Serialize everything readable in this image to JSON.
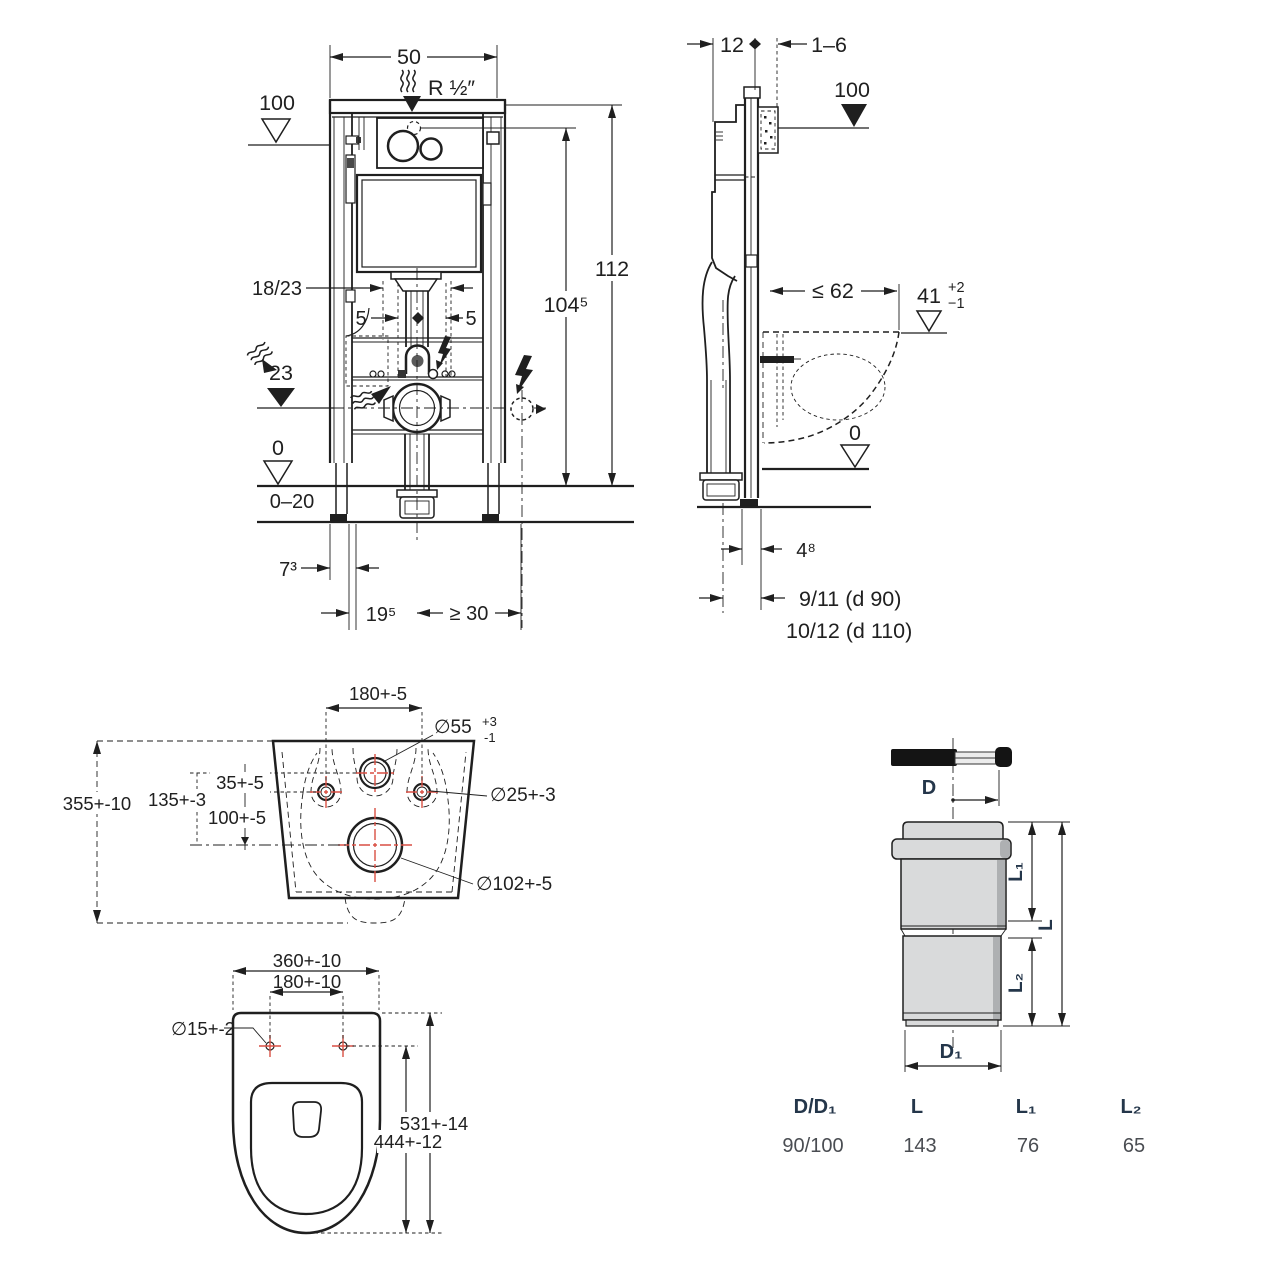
{
  "front_view": {
    "dim_width": "50",
    "supply_thread": "R ½″",
    "level_top": "100",
    "dim_total_height": "112",
    "dim_actuation_height": "104⁵",
    "dim_bracket": "18/23",
    "dim_left5": "5",
    "dim_right5": "5",
    "level_outlet": "23",
    "level_zero": "0",
    "floor_range": "0–20",
    "dim_foot_offset": "7³",
    "dim_outlet_offset": "19⁵",
    "dim_side_clearance": "≥ 30"
  },
  "side_view": {
    "dim_depth": "12",
    "dim_plate_range": "1–6",
    "level_top": "100",
    "dim_bowl_depth": "≤ 62",
    "dim_bowl_height": "41",
    "tol_plus": "+2",
    "tol_minus": "−1",
    "level_zero": "0",
    "dim_pipe_offset": "4⁸",
    "dim_drain_90": "9/11 (d 90)",
    "dim_drain_110": "10/12 (d 110)"
  },
  "back_view": {
    "dim_hole_spacing": "180+-5",
    "dim_inlet_dia": "∅55",
    "inlet_tol_plus": "+3",
    "inlet_tol_minus": "-1",
    "dim_height": "355+-10",
    "dim_inlet_to_outlet": "135+-3",
    "dim_inlet_to_holes": "35+-5",
    "dim_holes_to_outlet": "100+-5",
    "dim_fix_hole_dia": "∅25+-3",
    "dim_outlet_dia": "∅102+-5"
  },
  "top_view": {
    "dim_width": "360+-10",
    "dim_hole_spacing": "180+-10",
    "dim_hole_dia": "∅15+-2",
    "dim_depth_total": "531+-14",
    "dim_hole_to_front": "444+-12"
  },
  "pipe_view": {
    "label_d": "D",
    "label_d1": "D₁",
    "label_l": "L",
    "label_l1": "L₁",
    "label_l2": "L₂",
    "table": {
      "headers": [
        "D/D₁",
        "L",
        "L₁",
        "L₂"
      ],
      "row": [
        "90/100",
        "143",
        "76",
        "65"
      ]
    }
  },
  "colors": {
    "line": "#1f1f1f",
    "accent_red": "#d94f43",
    "label_navy": "#24364a",
    "pipe_fill": "#d9dadb",
    "pipe_shadow": "#aeb0b2"
  }
}
